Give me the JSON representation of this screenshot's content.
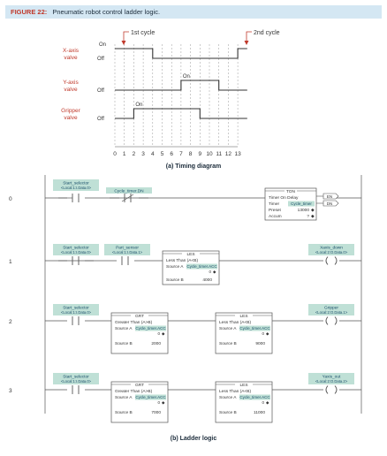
{
  "figure": {
    "number": "FIGURE 22:",
    "title": "Pneumatic robot control ladder logic."
  },
  "timing": {
    "caption": "(a) Timing diagram",
    "first_cycle": "1st cycle",
    "second_cycle": "2nd cycle",
    "ticks": [
      "0",
      "1",
      "2",
      "3",
      "4",
      "5",
      "6",
      "7",
      "8",
      "9",
      "10",
      "11",
      "12",
      "13"
    ],
    "signals": [
      {
        "name_lines": [
          "X-axis",
          "valve"
        ],
        "on_label": "On",
        "off_label": "Off",
        "on_intervals": [
          [
            0,
            4
          ],
          [
            13,
            14
          ]
        ],
        "on_text_at": 0
      },
      {
        "name_lines": [
          "Y-axis",
          "valve"
        ],
        "on_label": "On",
        "off_label": "Off",
        "on_intervals": [
          [
            7,
            11
          ]
        ],
        "on_text_at": 7
      },
      {
        "name_lines": [
          "Gripper",
          "valve"
        ],
        "on_label": "On",
        "off_label": "Off",
        "on_intervals": [
          [
            2,
            9
          ]
        ],
        "on_text_at": 2
      }
    ]
  },
  "ladder": {
    "caption": "(b) Ladder logic",
    "rung0": {
      "number": "0",
      "contact1_tag": "Start_selector",
      "contact1_addr": "<Local:1:I.Data.0>",
      "contact2_tag": "Cycle_timer.DN",
      "ton_header": "TON",
      "ton_title": "Timer On Delay",
      "ton_timer_label": "Timer",
      "ton_timer_value": "Cycle_timer",
      "ton_preset_label": "Preset",
      "ton_preset_value": "13000",
      "ton_accum_label": "Accum",
      "ton_accum_value": "?",
      "en": "EN",
      "dn": "DN"
    },
    "rung1": {
      "number": "1",
      "contact1_tag": "Start_selector",
      "contact1_addr": "<Local:1:I.Data.0>",
      "contact2_tag": "Part_sensor",
      "contact2_addr": "<Local:1:I.Data.1>",
      "les_header": "LES",
      "les_title": "Less Than (A<B)",
      "source_a_label": "Source A",
      "source_a_value": "Cycle_timer.ACC",
      "source_a_sub": "0",
      "source_b_label": "Source B",
      "source_b_value": "4000",
      "coil_tag": "Xaxis_down",
      "coil_addr": "<Local:2:O.Data.0>"
    },
    "rung2": {
      "number": "2",
      "contact1_tag": "Start_selector",
      "contact1_addr": "<Local:1:I.Data.0>",
      "grt_header": "GRT",
      "grt_title": "Greater Than (A>B)",
      "grt_source_a_label": "Source A",
      "grt_source_a_value": "Cycle_timer.ACC",
      "grt_source_a_sub": "0",
      "grt_source_b_label": "Source B",
      "grt_source_b_value": "2000",
      "les_header": "LES",
      "les_title": "Less Than (A<B)",
      "les_source_a_label": "Source A",
      "les_source_a_value": "Cycle_timer.ACC",
      "les_source_a_sub": "0",
      "les_source_b_label": "Source B",
      "les_source_b_value": "9000",
      "coil_tag": "Gripper",
      "coil_addr": "<Local:2:O.Data.1>"
    },
    "rung3": {
      "number": "3",
      "contact1_tag": "Start_selector",
      "contact1_addr": "<Local:1:I.Data.0>",
      "grt_header": "GRT",
      "grt_title": "Greater Than (A>B)",
      "grt_source_a_label": "Source A",
      "grt_source_a_value": "Cycle_timer.ACC",
      "grt_source_a_sub": "0",
      "grt_source_b_label": "Source B",
      "grt_source_b_value": "7000",
      "les_header": "LES",
      "les_title": "Less Than (A<B)",
      "les_source_a_label": "Source A",
      "les_source_a_value": "Cycle_timer.ACC",
      "les_source_a_sub": "0",
      "les_source_b_label": "Source B",
      "les_source_b_value": "11000",
      "coil_tag": "Yaxis_out",
      "coil_addr": "<Local:2:O.Data.2>"
    }
  },
  "colors": {
    "tag_fill": "#bfe0d6",
    "signal": "#333333",
    "cycle_marker": "#c0392b",
    "grid": "#999999"
  }
}
